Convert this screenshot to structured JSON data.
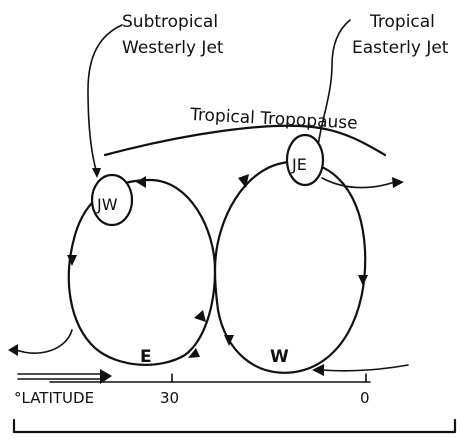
{
  "labels": {
    "subtropical_westerly_jet_line1": "Subtropical",
    "subtropical_westerly_jet_line2": "Westerly Jet",
    "tropical_easterly_jet_line1": "Tropical",
    "tropical_easterly_jet_line2": "Easterly Jet",
    "tropopause": "Tropical Tropopause",
    "jet_westerly_symbol": "JW",
    "jet_easterly_symbol": "JE",
    "surface_east": "E",
    "surface_west": "W",
    "axis_label": "°LATITUDE",
    "tick_30": "30",
    "tick_0": "0"
  }
}
